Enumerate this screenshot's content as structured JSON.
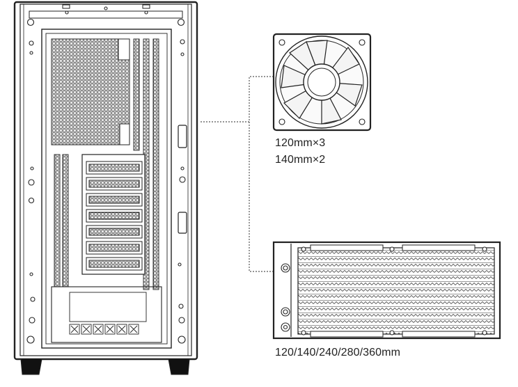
{
  "diagram": {
    "fan_support": {
      "lines": [
        "120mm×3",
        "140mm×2"
      ]
    },
    "radiator_support": {
      "label": "120/140/240/280/360mm"
    }
  },
  "colors": {
    "stroke": "#222222",
    "leader": "#555555",
    "fan_blade": "#f4f4f4",
    "background": "#ffffff"
  }
}
